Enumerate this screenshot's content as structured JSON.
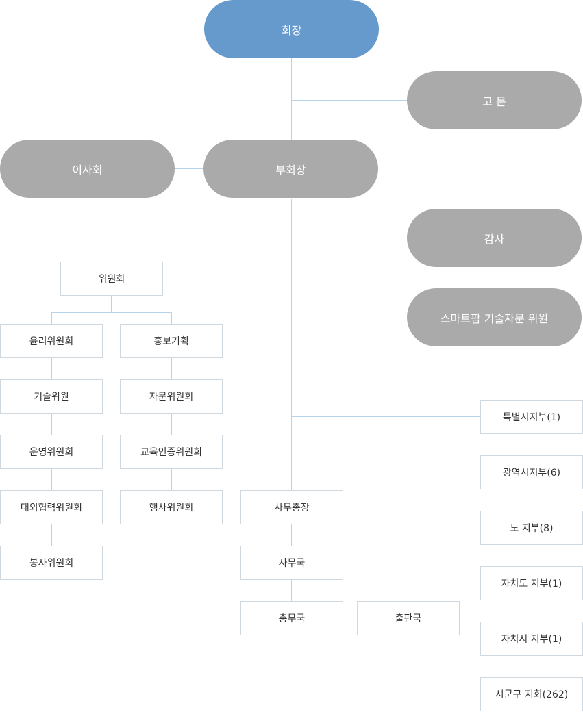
{
  "colors": {
    "president": "#6699cc",
    "officer": "#aaaaaa",
    "connector": "#b7d3ea",
    "box_border": "#cfd7df",
    "box_text": "#333333"
  },
  "top": {
    "president": "회장",
    "advisor": "고 문",
    "board": "이사회",
    "vice_president": "부회장",
    "auditor": "감사",
    "smartfarm": "스마트팜 기술자문 위원"
  },
  "committee": {
    "title": "위원회",
    "left": [
      "윤리위원회",
      "기술위원",
      "운영위원회",
      "대외협력위원회",
      "봉사위원회"
    ],
    "right": [
      "홍보기획",
      "자문위원회",
      "교육인증위원회",
      "행사위원회"
    ]
  },
  "secretariat": {
    "secretary_general": "사무총장",
    "office": "사무국",
    "general_affairs": "총무국",
    "publishing": "출판국"
  },
  "branches": [
    "특별시지부(1)",
    "광역시지부(6)",
    "도 지부(8)",
    "자치도 지부(1)",
    "자치시 지부(1)",
    "시군구 지회(262)"
  ]
}
